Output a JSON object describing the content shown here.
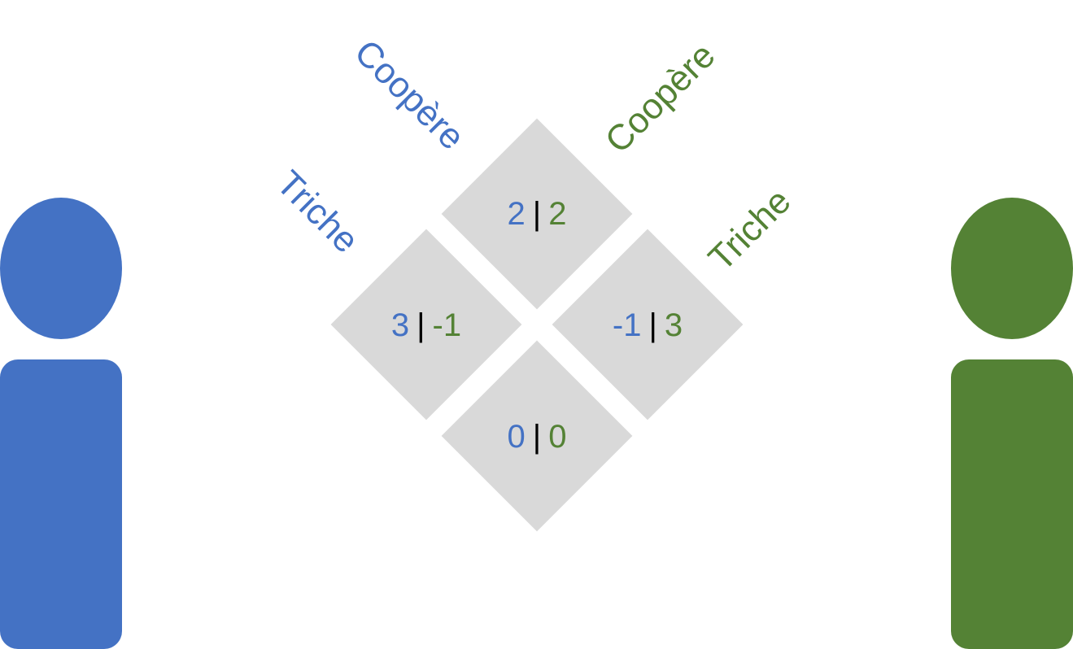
{
  "colors": {
    "player1": "#4472c4",
    "player2": "#548235",
    "cell": "#d9d9d9",
    "separator": "#000000"
  },
  "players": {
    "left": {
      "name": "",
      "icon": "person-icon"
    },
    "right": {
      "name": "",
      "icon": "person-icon"
    }
  },
  "labels": {
    "p1_cooperate": "Coopère",
    "p1_cheat": "Triche",
    "p2_cooperate": "Coopère",
    "p2_cheat": "Triche"
  },
  "cells": {
    "cc": {
      "p1": "2",
      "sep": "|",
      "p2": "2"
    },
    "tc": {
      "p1": "3",
      "sep": "|",
      "p2": "-1"
    },
    "ct": {
      "p1": "-1",
      "sep": "|",
      "p2": "3"
    },
    "tt": {
      "p1": "0",
      "sep": "|",
      "p2": "0"
    }
  }
}
